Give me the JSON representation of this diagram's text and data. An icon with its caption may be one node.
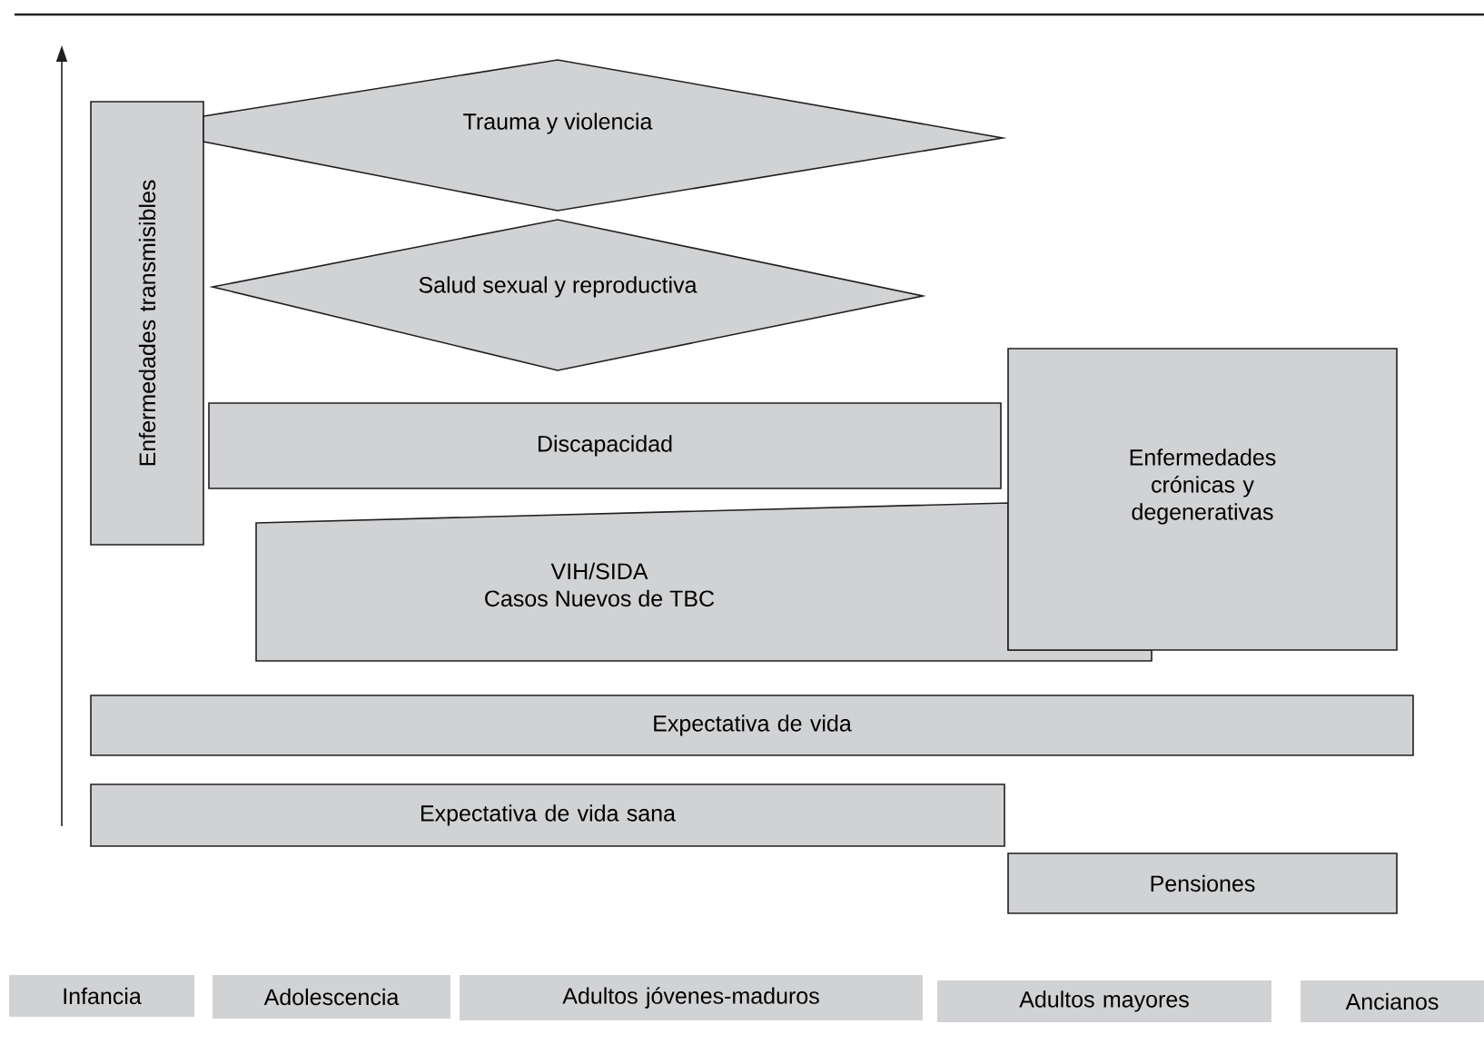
{
  "diagram": {
    "nodes": [
      {
        "text": [
          "Enfermedades transmisibles"
        ]
      },
      {
        "text": [
          "Trauma y violencia"
        ]
      },
      {
        "text": [
          "Salud sexual y reproductiva"
        ]
      },
      {
        "text": [
          "Discapacidad"
        ]
      },
      {
        "text": [
          "VIH/SIDA",
          "Casos Nuevos de TBC"
        ]
      },
      {
        "text": [
          "Enfermedades crónicas y degenerativas"
        ]
      },
      {
        "text": [
          "Expectativa de vida"
        ]
      },
      {
        "text": [
          "Expectativa de vida sana"
        ]
      },
      {
        "text": [
          "Pensiones"
        ]
      },
      {
        "text": [
          "Infancia"
        ]
      },
      {
        "text": [
          "Adolescencia"
        ]
      },
      {
        "text": [
          "Adultos jóvenes-maduros"
        ]
      },
      {
        "text": [
          "Adultos mayores"
        ]
      },
      {
        "text": [
          "Ancianos"
        ]
      }
    ]
  }
}
